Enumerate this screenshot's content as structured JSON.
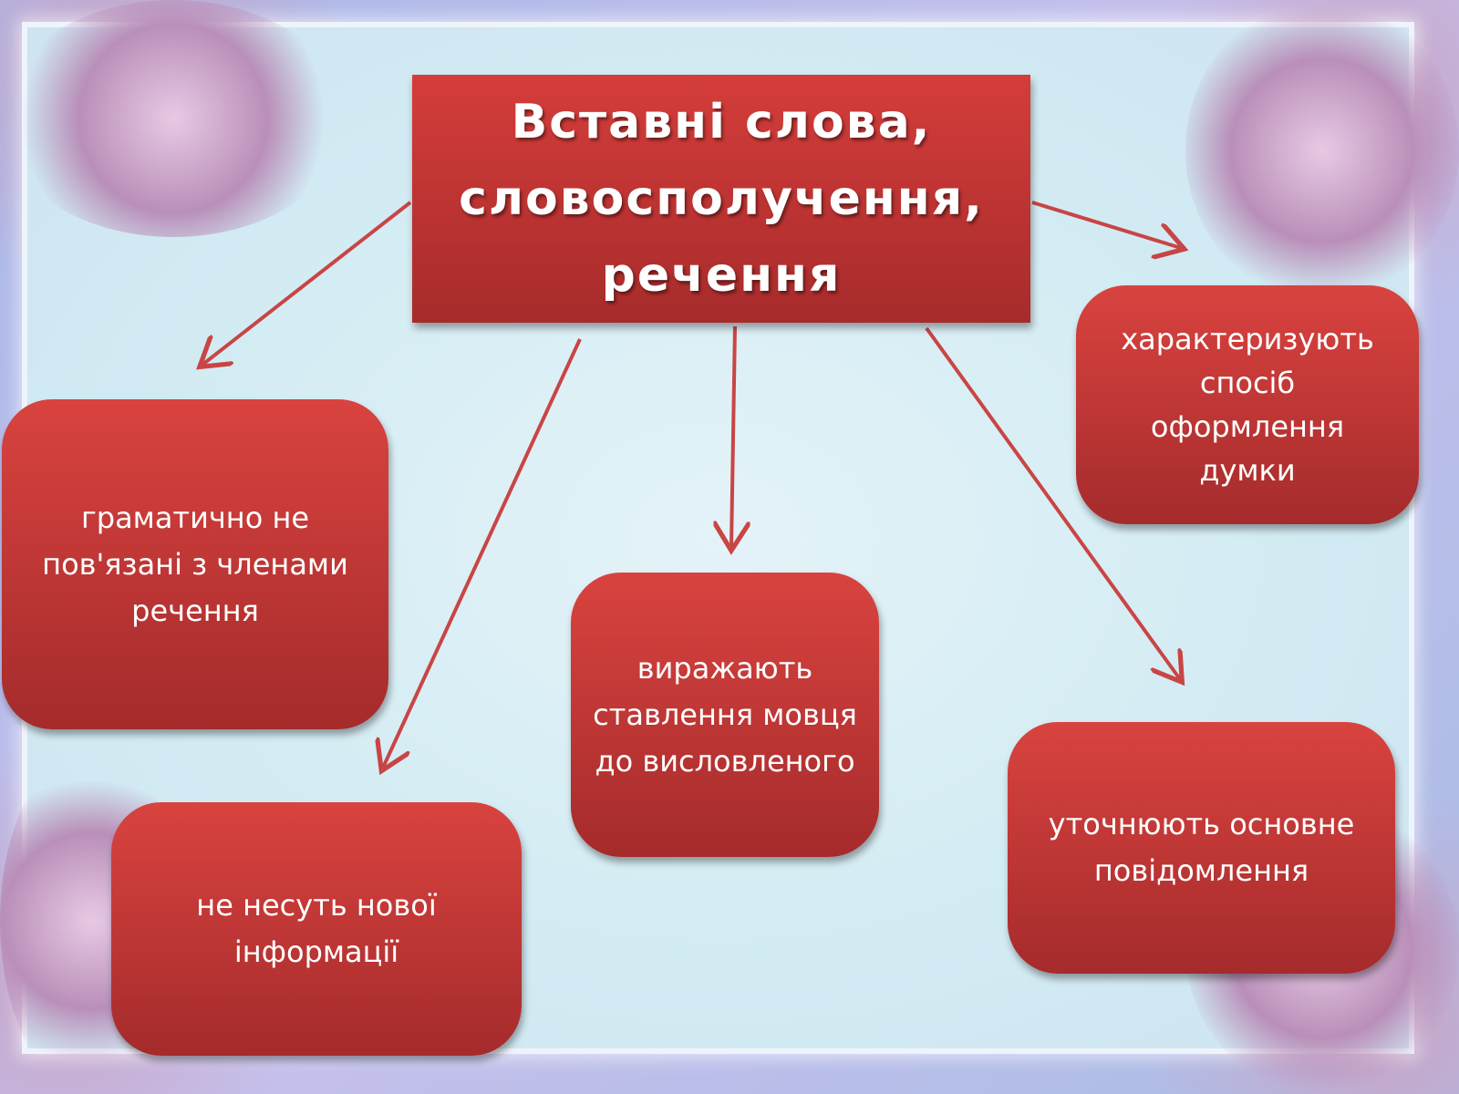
{
  "title": "Вставні слова, словосполучення, речення",
  "nodes": [
    {
      "id": "grammar",
      "text": "граматично не пов'язані з членами речення"
    },
    {
      "id": "no-new-info",
      "text": "не несуть нової інформації"
    },
    {
      "id": "attitude",
      "text": "виражають ставлення мовця до висловленого"
    },
    {
      "id": "clarify",
      "text": "уточнюють основне повідомлення"
    },
    {
      "id": "manner",
      "text": "характеризують спосіб оформлення думки"
    }
  ],
  "colors": {
    "box": "#c43835",
    "arrow": "#c94545",
    "panel": "#d6ecf4"
  }
}
